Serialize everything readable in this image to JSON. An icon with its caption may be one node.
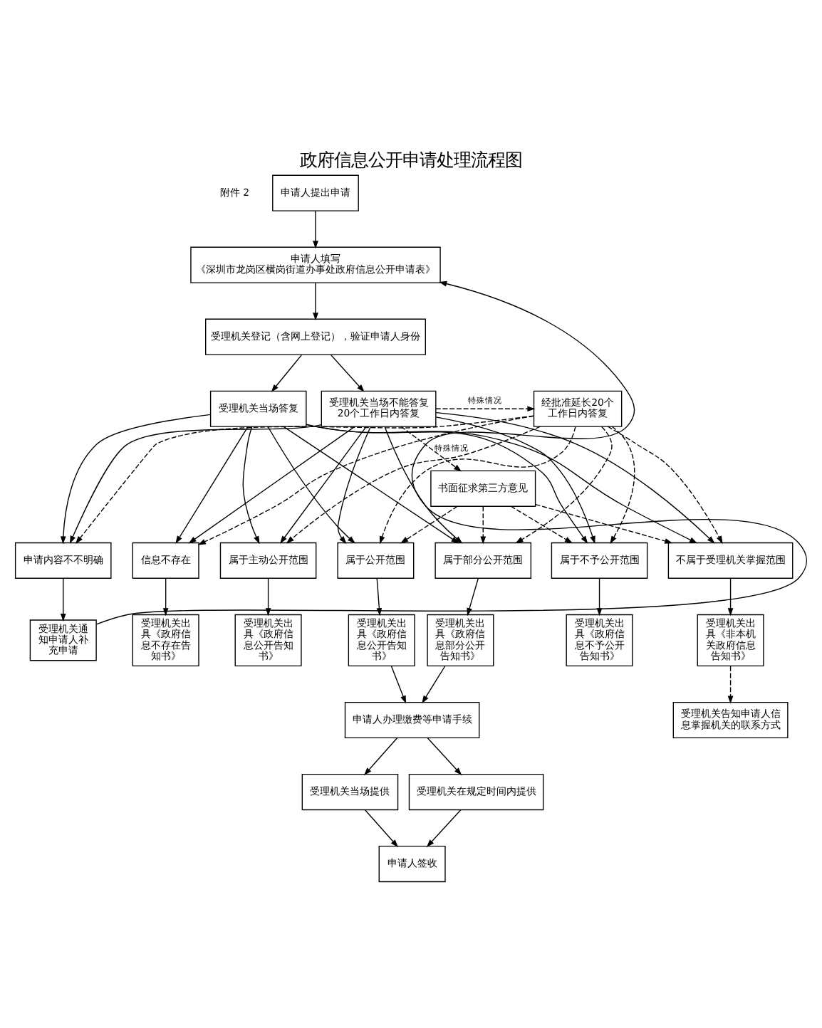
{
  "diagram": {
    "title": "政府信息公开申请处理流程图",
    "nodes": [
      {
        "text": [
          "申请人提出申请"
        ]
      },
      {
        "text": [
          "申请人填写",
          "《深圳市龙岗区横岗街道办事处政府信息公开申请表》"
        ]
      },
      {
        "text": [
          "受理机关登记（含网上登记），验证申请人身份"
        ]
      },
      {
        "text": [
          "受理机关当场答复"
        ]
      },
      {
        "text": [
          "受理机关当场不能答复 20个工作日内答复"
        ]
      },
      {
        "text": [
          "经批准延长20个工作日内答复"
        ]
      },
      {
        "text": [
          "书面征求第三方意见"
        ]
      },
      {
        "text": [
          "申请内容不不明确"
        ]
      },
      {
        "text": [
          "信息不存在"
        ]
      },
      {
        "text": [
          "属于主动公开范围"
        ]
      },
      {
        "text": [
          "属于公开范围"
        ]
      },
      {
        "text": [
          "属于部分公开范围"
        ]
      },
      {
        "text": [
          "属于不予公开范围"
        ]
      },
      {
        "text": [
          "不属于受理机关掌握范围"
        ]
      },
      {
        "text": [
          "受理机关通知申请人补充申请"
        ]
      },
      {
        "text": [
          "受理机关出具《政府信息不存在告知书》"
        ]
      },
      {
        "text": [
          "受理机关出具《政府信息公开告知书》"
        ]
      },
      {
        "text": [
          "受理机关出具《政府信息公开告知书》"
        ]
      },
      {
        "text": [
          "受理机关出具《政府信息部分公开告知书》"
        ]
      },
      {
        "text": [
          "受理机关出具《政府信息不予公开告知书》"
        ]
      },
      {
        "text": [
          "受理机关出具《非本机关政府信息告知书》"
        ]
      },
      {
        "text": [
          "申请人办理缴费等申请手续"
        ]
      },
      {
        "text": [
          "受理机关告知申请人信息掌握机关的联系方式"
        ]
      },
      {
        "text": [
          "受理机关当场提供"
        ]
      },
      {
        "text": [
          "受理机关在规定时间内提供"
        ]
      },
      {
        "text": [
          "申请人签收"
        ]
      }
    ],
    "edges": [
      {
        "from": 0,
        "to": 1,
        "arrow": "to"
      },
      {
        "from": 1,
        "to": 2,
        "arrow": "to"
      },
      {
        "from": 2,
        "to": 3,
        "arrow": "to"
      },
      {
        "from": 2,
        "to": 4,
        "arrow": "to"
      },
      {
        "from": 4,
        "to": 5,
        "arrow": "to",
        "style": "dashed",
        "label": "特殊情况"
      },
      {
        "from": 3,
        "to": 7,
        "arrow": "to"
      },
      {
        "from": 3,
        "to": 8,
        "arrow": "to"
      },
      {
        "from": 3,
        "to": 9,
        "arrow": "to"
      },
      {
        "from": 3,
        "to": 10,
        "arrow": "to"
      },
      {
        "from": 3,
        "to": 11,
        "arrow": "to"
      },
      {
        "from": 3,
        "to": 12,
        "arrow": "to"
      },
      {
        "from": 3,
        "to": 13,
        "arrow": "to"
      },
      {
        "from": 4,
        "to": 7,
        "arrow": "to"
      },
      {
        "from": 4,
        "to": 8,
        "arrow": "to"
      },
      {
        "from": 4,
        "to": 9,
        "arrow": "to"
      },
      {
        "from": 4,
        "to": 10,
        "arrow": "to"
      },
      {
        "from": 4,
        "to": 11,
        "arrow": "to"
      },
      {
        "from": 4,
        "to": 12,
        "arrow": "to"
      },
      {
        "from": 4,
        "to": 13,
        "arrow": "to"
      },
      {
        "from": 5,
        "to": 7,
        "arrow": "to",
        "style": "dashed"
      },
      {
        "from": 5,
        "to": 8,
        "arrow": "to",
        "style": "dashed"
      },
      {
        "from": 5,
        "to": 9,
        "arrow": "to",
        "style": "dashed"
      },
      {
        "from": 5,
        "to": 10,
        "arrow": "to",
        "style": "dashed"
      },
      {
        "from": 5,
        "to": 11,
        "arrow": "to",
        "style": "dashed"
      },
      {
        "from": 5,
        "to": 12,
        "arrow": "to",
        "style": "dashed"
      },
      {
        "from": 5,
        "to": 13,
        "arrow": "to",
        "style": "dashed"
      },
      {
        "from": 4,
        "to": 6,
        "arrow": "to",
        "style": "dashed",
        "label": "特殊情况"
      },
      {
        "from": 6,
        "to": 10,
        "arrow": "to",
        "style": "dashed"
      },
      {
        "from": 6,
        "to": 11,
        "arrow": "to",
        "style": "dashed"
      },
      {
        "from": 6,
        "to": 12,
        "arrow": "to",
        "style": "dashed"
      },
      {
        "from": 6,
        "to": 13,
        "arrow": "to",
        "style": "dashed"
      },
      {
        "from": 7,
        "to": 14,
        "arrow": "to"
      },
      {
        "from": 8,
        "to": 15,
        "arrow": "to"
      },
      {
        "from": 9,
        "to": 16,
        "arrow": "to"
      },
      {
        "from": 10,
        "to": 17,
        "arrow": "to"
      },
      {
        "from": 11,
        "to": 18,
        "arrow": "to"
      },
      {
        "from": 12,
        "to": 19,
        "arrow": "to"
      },
      {
        "from": 13,
        "to": 20,
        "arrow": "to"
      },
      {
        "from": 14,
        "to": 1,
        "arrow": "to"
      },
      {
        "from": 17,
        "to": 21,
        "arrow": "to"
      },
      {
        "from": 18,
        "to": 21,
        "arrow": "to"
      },
      {
        "from": 20,
        "to": 22,
        "arrow": "to",
        "style": "dashed"
      },
      {
        "from": 21,
        "to": 23,
        "arrow": "to"
      },
      {
        "from": 21,
        "to": 24,
        "arrow": "to"
      },
      {
        "from": 23,
        "to": 25,
        "arrow": "to"
      },
      {
        "from": 24,
        "to": 25,
        "arrow": "to"
      }
    ],
    "labels": [
      "附件 2"
    ]
  }
}
